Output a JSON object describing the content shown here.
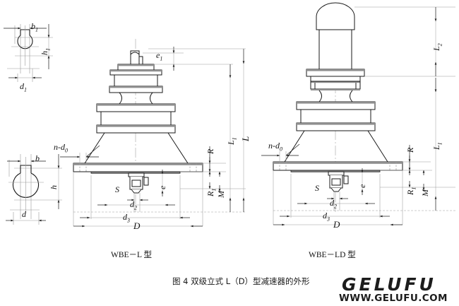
{
  "figure": {
    "caption": "图 4 双级立式 L（D）型减速器的外形",
    "view_left_title": "WBE－L 型",
    "view_right_title": "WBE－LD 型"
  },
  "watermark": {
    "brand": "GELUFU",
    "url": "WWW.GELUFU.COM"
  },
  "detail_top": {
    "name": "shaft-section-small",
    "dim_width": "b",
    "dim_width_sub": "1",
    "dim_height": "h",
    "dim_height_sub": "1",
    "dim_diameter": "d",
    "dim_diameter_sub": "1"
  },
  "detail_bottom": {
    "name": "shaft-section-large",
    "dim_width": "b",
    "dim_height": "h",
    "dim_diameter": "d"
  },
  "left_view": {
    "dims": {
      "e1": "e",
      "e1_sub": "1",
      "n_d0": "n-d",
      "n_d0_sub": "0",
      "R": "R",
      "R1": "R",
      "R1_sub": "1",
      "M": "M",
      "S": "S",
      "e": "e",
      "d2": "d",
      "d2_sub": "2",
      "d3": "d",
      "d3_sub": "3",
      "D": "D",
      "L1": "L",
      "L1_sub": "1",
      "L": "L"
    }
  },
  "right_view": {
    "dims": {
      "n_d0": "n-d",
      "n_d0_sub": "0",
      "R": "R",
      "R1": "R",
      "R1_sub": "1",
      "M": "M",
      "S": "S",
      "e": "e",
      "d2": "d",
      "d2_sub": "2",
      "d3": "d",
      "d3_sub": "3",
      "D": "D",
      "L1": "L",
      "L1_sub": "1",
      "L2": "L",
      "L2_sub": "2"
    }
  },
  "colors": {
    "line": "#1a1a1a",
    "thin": "#4a4a4a",
    "center": "#9a9a9a",
    "shade": "#8f8f8f",
    "background": "#ffffff"
  }
}
